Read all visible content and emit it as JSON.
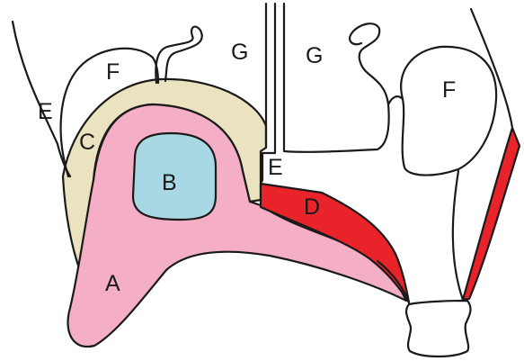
{
  "diagram": {
    "labels": {
      "A": "A",
      "B": "B",
      "C": "C",
      "D": "D",
      "E_left": "E",
      "E_center": "E",
      "F_left": "F",
      "F_right": "F",
      "G_left": "G",
      "G_right": "G"
    },
    "colors": {
      "region_A": "#f4aec6",
      "region_B": "#a7d8e4",
      "region_C": "#ebe3c0",
      "region_D": "#e8232a",
      "outline": "#1a1a1a",
      "background": "#ffffff"
    }
  }
}
